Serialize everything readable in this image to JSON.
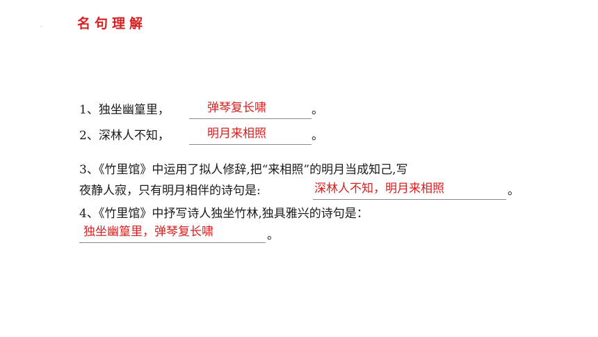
{
  "corner_mark": "·",
  "title": "名句理解",
  "items": [
    {
      "prompt": "1、独坐幽篁里，",
      "answer": "弹琴复长啸",
      "end": "。"
    },
    {
      "prompt": "2、深林人不知，",
      "answer": "明月来相照",
      "end": "。"
    },
    {
      "line1": "3、《竹里馆》中运用了拟人修辞,把“来相照”的明月当成知己,写",
      "prompt": "夜静人寂，只有明月相伴的诗句是:",
      "answer": "深林人不知，明月来相照",
      "end": "。"
    },
    {
      "line1": "4、《竹里馆》中抒写诗人独坐竹林,独具雅兴的诗句是：",
      "answer": "独坐幽篁里，弹琴复长啸",
      "end": "。"
    }
  ],
  "colors": {
    "accent": "#d81e1e",
    "text": "#1a1a1a",
    "underline": "#8a8a8a"
  }
}
